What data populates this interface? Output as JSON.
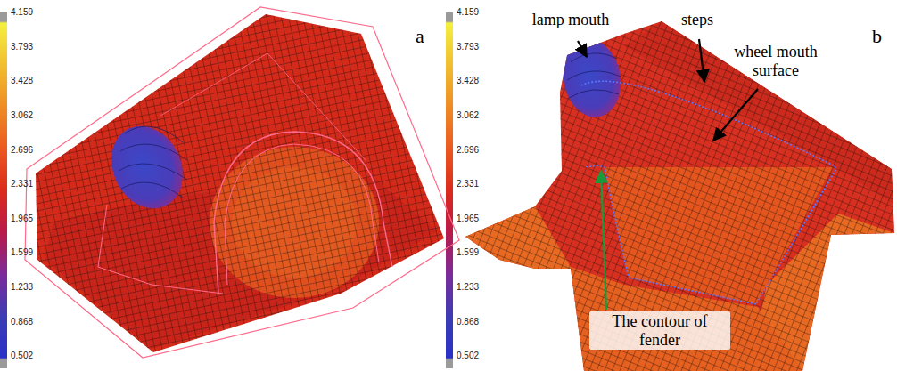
{
  "diagram": {
    "labels": [
      "4.159",
      "3.793",
      "3.428",
      "3.062",
      "2.696",
      "2.331",
      "1.965",
      "1.599",
      "1.233",
      "0.868",
      "0.502",
      "a",
      "4.159",
      "3.793",
      "3.428",
      "3.062",
      "2.696",
      "2.331",
      "1.965",
      "1.599",
      "1.233",
      "0.868",
      "0.502",
      "lamp mouth",
      "steps",
      "wheel mouth surface",
      "The contour of fender",
      "b"
    ]
  }
}
